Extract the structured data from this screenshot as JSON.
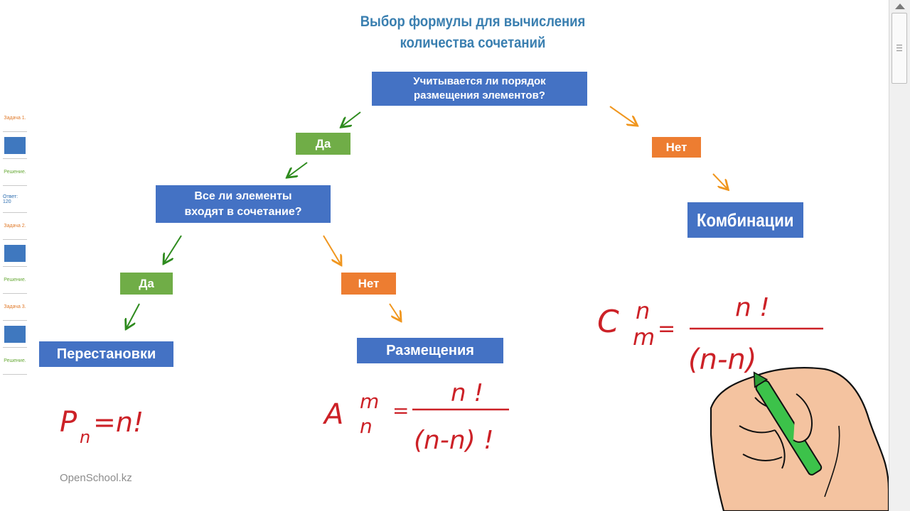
{
  "title": {
    "line1": "Выбор формулы для вычисления",
    "line2": "количества сочетаний"
  },
  "question1": {
    "line1": "Учитывается ли порядок",
    "line2": "размещения элементов?"
  },
  "question2": {
    "line1": "Все ли элементы",
    "line2": "входят в сочетание?"
  },
  "answers": {
    "yes": "Да",
    "no": "Нет"
  },
  "results": {
    "permutations": "Перестановки",
    "arrangements": "Размещения",
    "combinations": "Комбинации"
  },
  "formulas": {
    "permutations": {
      "symbol": "P",
      "sub": "n",
      "rhs": "=n!"
    },
    "arrangements": {
      "symbol": "A",
      "sup": "m",
      "sub": "n",
      "eq": "=",
      "numerator": "n !",
      "denominator": "(n-n) !"
    },
    "combinations": {
      "symbol": "C",
      "sup": "n",
      "sub": "m",
      "eq": "=",
      "numerator": "n !",
      "denominator": "(n-n)"
    }
  },
  "sidebar": {
    "items": [
      {
        "label": "Задача 1.",
        "kind": "heading"
      },
      {
        "label": "",
        "kind": "card"
      },
      {
        "label": "Решение.",
        "kind": "solution"
      },
      {
        "label": "Ответ: 120",
        "kind": "answer"
      },
      {
        "label": "Задача 2.",
        "kind": "heading"
      },
      {
        "label": "",
        "kind": "card"
      },
      {
        "label": "Решение.",
        "kind": "solution"
      },
      {
        "label": "Задача 3.",
        "kind": "heading"
      },
      {
        "label": "",
        "kind": "card"
      },
      {
        "label": "Решение.",
        "kind": "solution"
      }
    ]
  },
  "footer": {
    "brand": "OpenSchool.kz"
  },
  "colors": {
    "title": "#3a7fb0",
    "question_box": "#4472c4",
    "yes_box": "#70ad47",
    "no_box": "#ed7d31",
    "yes_arrow": "#2e8b1e",
    "no_arrow": "#f0961e",
    "handwriting": "#cc2127"
  },
  "icons": {
    "hand": "hand-with-marker-icon",
    "scroll_up": "scroll-up-arrow-icon"
  }
}
